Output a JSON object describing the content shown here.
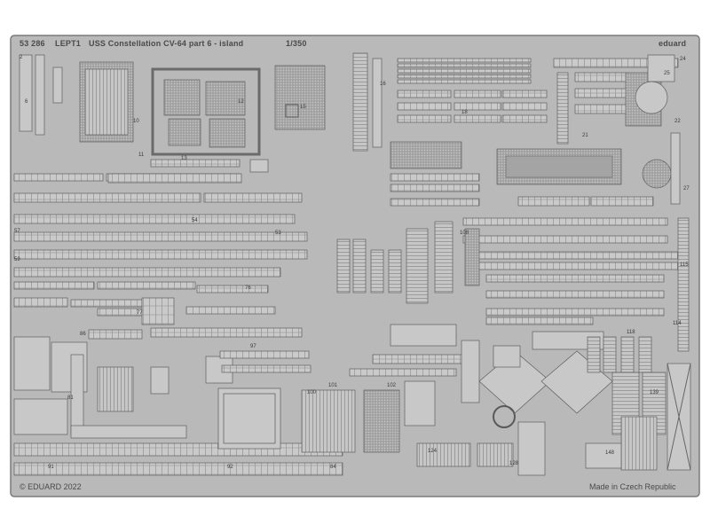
{
  "header": {
    "code": "53 286",
    "tag": "LEPT1",
    "title": "USS Constellation CV-64 part 6 - island",
    "scale": "1/350",
    "brand": "eduard"
  },
  "footer": {
    "copyright": "© EDUARD 2022",
    "origin": "Made in Czech Republic"
  },
  "colors": {
    "fret": "#b9b9b9",
    "fret_edge": "#7a7a7a",
    "part": "#c8c8c8",
    "part_edge": "#5f5f5f",
    "grille": "#8e8e8e",
    "background": "#ffffff"
  }
}
